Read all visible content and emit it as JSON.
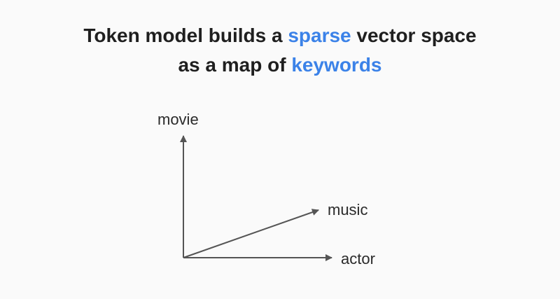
{
  "title": {
    "line1": {
      "before": "Token model builds a ",
      "highlight": "sparse",
      "after": " vector space"
    },
    "line2": {
      "before": "as a map of ",
      "highlight": "keywords",
      "after": ""
    }
  },
  "axes": {
    "vertical": "movie",
    "diagonal": "music",
    "horizontal": "actor"
  },
  "colors": {
    "highlight": "#3b82e8",
    "text": "#1f1f1f",
    "axis": "#555555"
  }
}
